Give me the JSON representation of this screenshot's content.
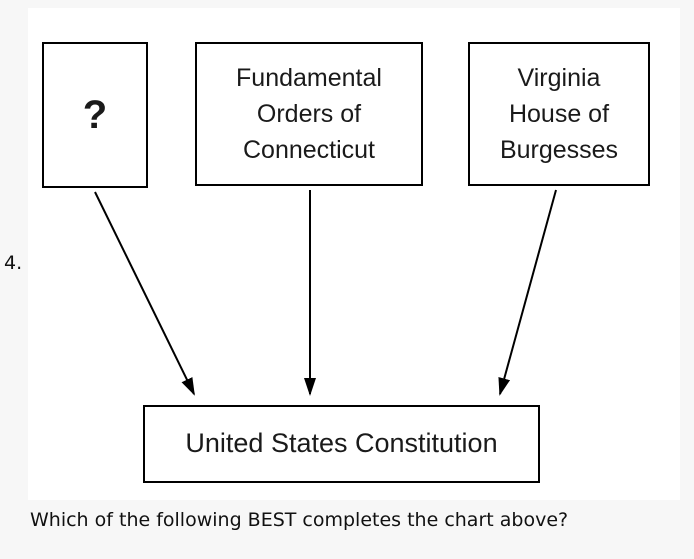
{
  "question": {
    "number": "4.",
    "prompt": "Which of the following BEST completes the chart above?"
  },
  "diagram": {
    "boxes": {
      "unknown": "?",
      "fundamental_orders": "Fundamental Orders of Connecticut",
      "virginia_house": "Virginia House of Burgesses",
      "constitution": "United States Constitution"
    },
    "arrow_color": "#000000"
  }
}
